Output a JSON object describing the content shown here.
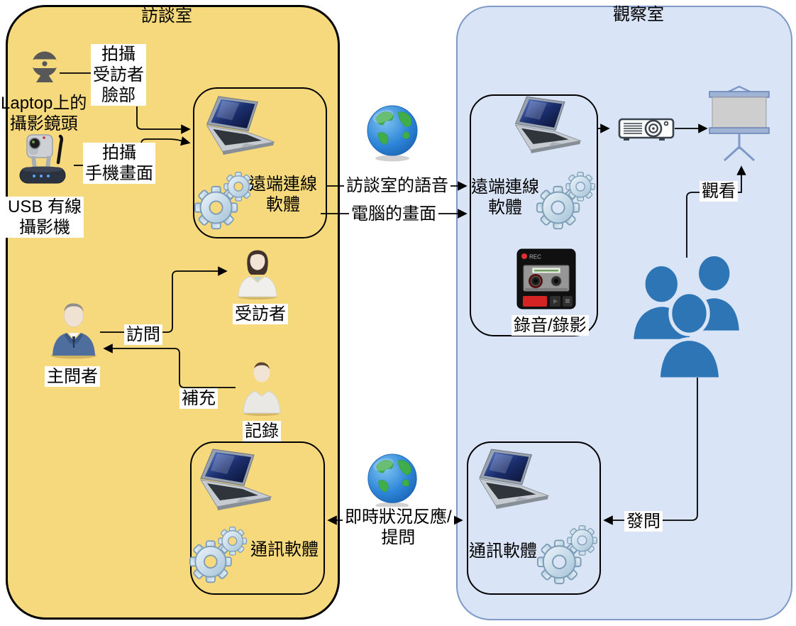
{
  "colors": {
    "interview_room_bg": "#F6D87D",
    "interview_room_border": "#000000",
    "observation_room_bg": "#D9E5F7",
    "observation_room_border": "#7E99C7",
    "connector": "#000000",
    "observer_group_blue": "#2E75B6",
    "rec_red": "#DD2222",
    "globe_blue": "#2E86D8",
    "globe_green": "#3FAE49",
    "gear_blue": "#BED5E4",
    "laptop_screen_navy": "#1C2F6E"
  },
  "interview_room": {
    "title": "訪談室",
    "laptop_webcam_caption": "Laptop上的\n攝影鏡頭",
    "capture_face_label": "拍攝\n受訪者\n臉部",
    "capture_phone_label": "拍攝\n手機畫面",
    "usb_camera_caption": "USB 有線\n攝影機",
    "remote_software_label": "遠端連線\n軟體",
    "comm_software_label": "通訊軟體",
    "interviewee_label": "受訪者",
    "interviewer_label": "主問者",
    "note_taker_label": "記錄",
    "interview_arrow_label": "訪問",
    "supplement_arrow_label": "補充"
  },
  "observation_room": {
    "title": "觀察室",
    "remote_software_label": "遠端連線\n軟體",
    "comm_software_label": "通訊軟體",
    "recording_label": "錄音/錄影",
    "rec_indicator": "REC",
    "watch_arrow_label": "觀看",
    "ask_arrow_label": "發問"
  },
  "connections": {
    "interview_audio_label": "訪談室的語音",
    "computer_screen_label": "電腦的畫面",
    "realtime_feedback_label": "即時狀況反應/\n提問"
  },
  "icons": [
    "webcam-icon",
    "usb-ip-camera-icon",
    "laptop-icon",
    "gears-software-icon",
    "globe-internet-icon",
    "interviewee-icon",
    "interviewer-icon",
    "note-taker-icon",
    "cassette-recorder-icon",
    "projector-icon",
    "projection-screen-icon",
    "observers-group-icon"
  ]
}
